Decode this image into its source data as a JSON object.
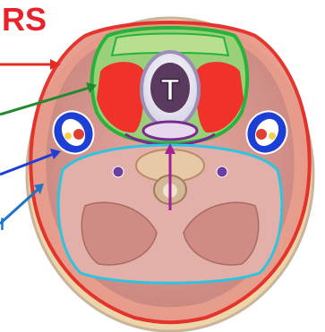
{
  "header": {
    "title_fragment": "RS"
  },
  "trachea_label": "T",
  "colors": {
    "title_red": "#e8212a",
    "investing_red": "#e32b24",
    "pretracheal_green": "#27b33a",
    "carotid_blue": "#1e3fd6",
    "prevertebral_cyan": "#2cc4e0",
    "visceral_purple": "#7a2a8f",
    "skin": "#f2ddb8",
    "muscle": "#d99a92",
    "red_fill": "#f0322a"
  },
  "arrows": [
    {
      "name": "investing-layer-arrow",
      "color": "#e32b24"
    },
    {
      "name": "pretracheal-layer-arrow",
      "color": "#1f8a2e"
    },
    {
      "name": "carotid-sheath-arrow",
      "color": "#1e3fd6"
    },
    {
      "name": "prevertebral-layer-arrow",
      "color": "#1f74c8"
    },
    {
      "name": "retropharyngeal-space-arrow",
      "color": "#a0209a"
    }
  ]
}
